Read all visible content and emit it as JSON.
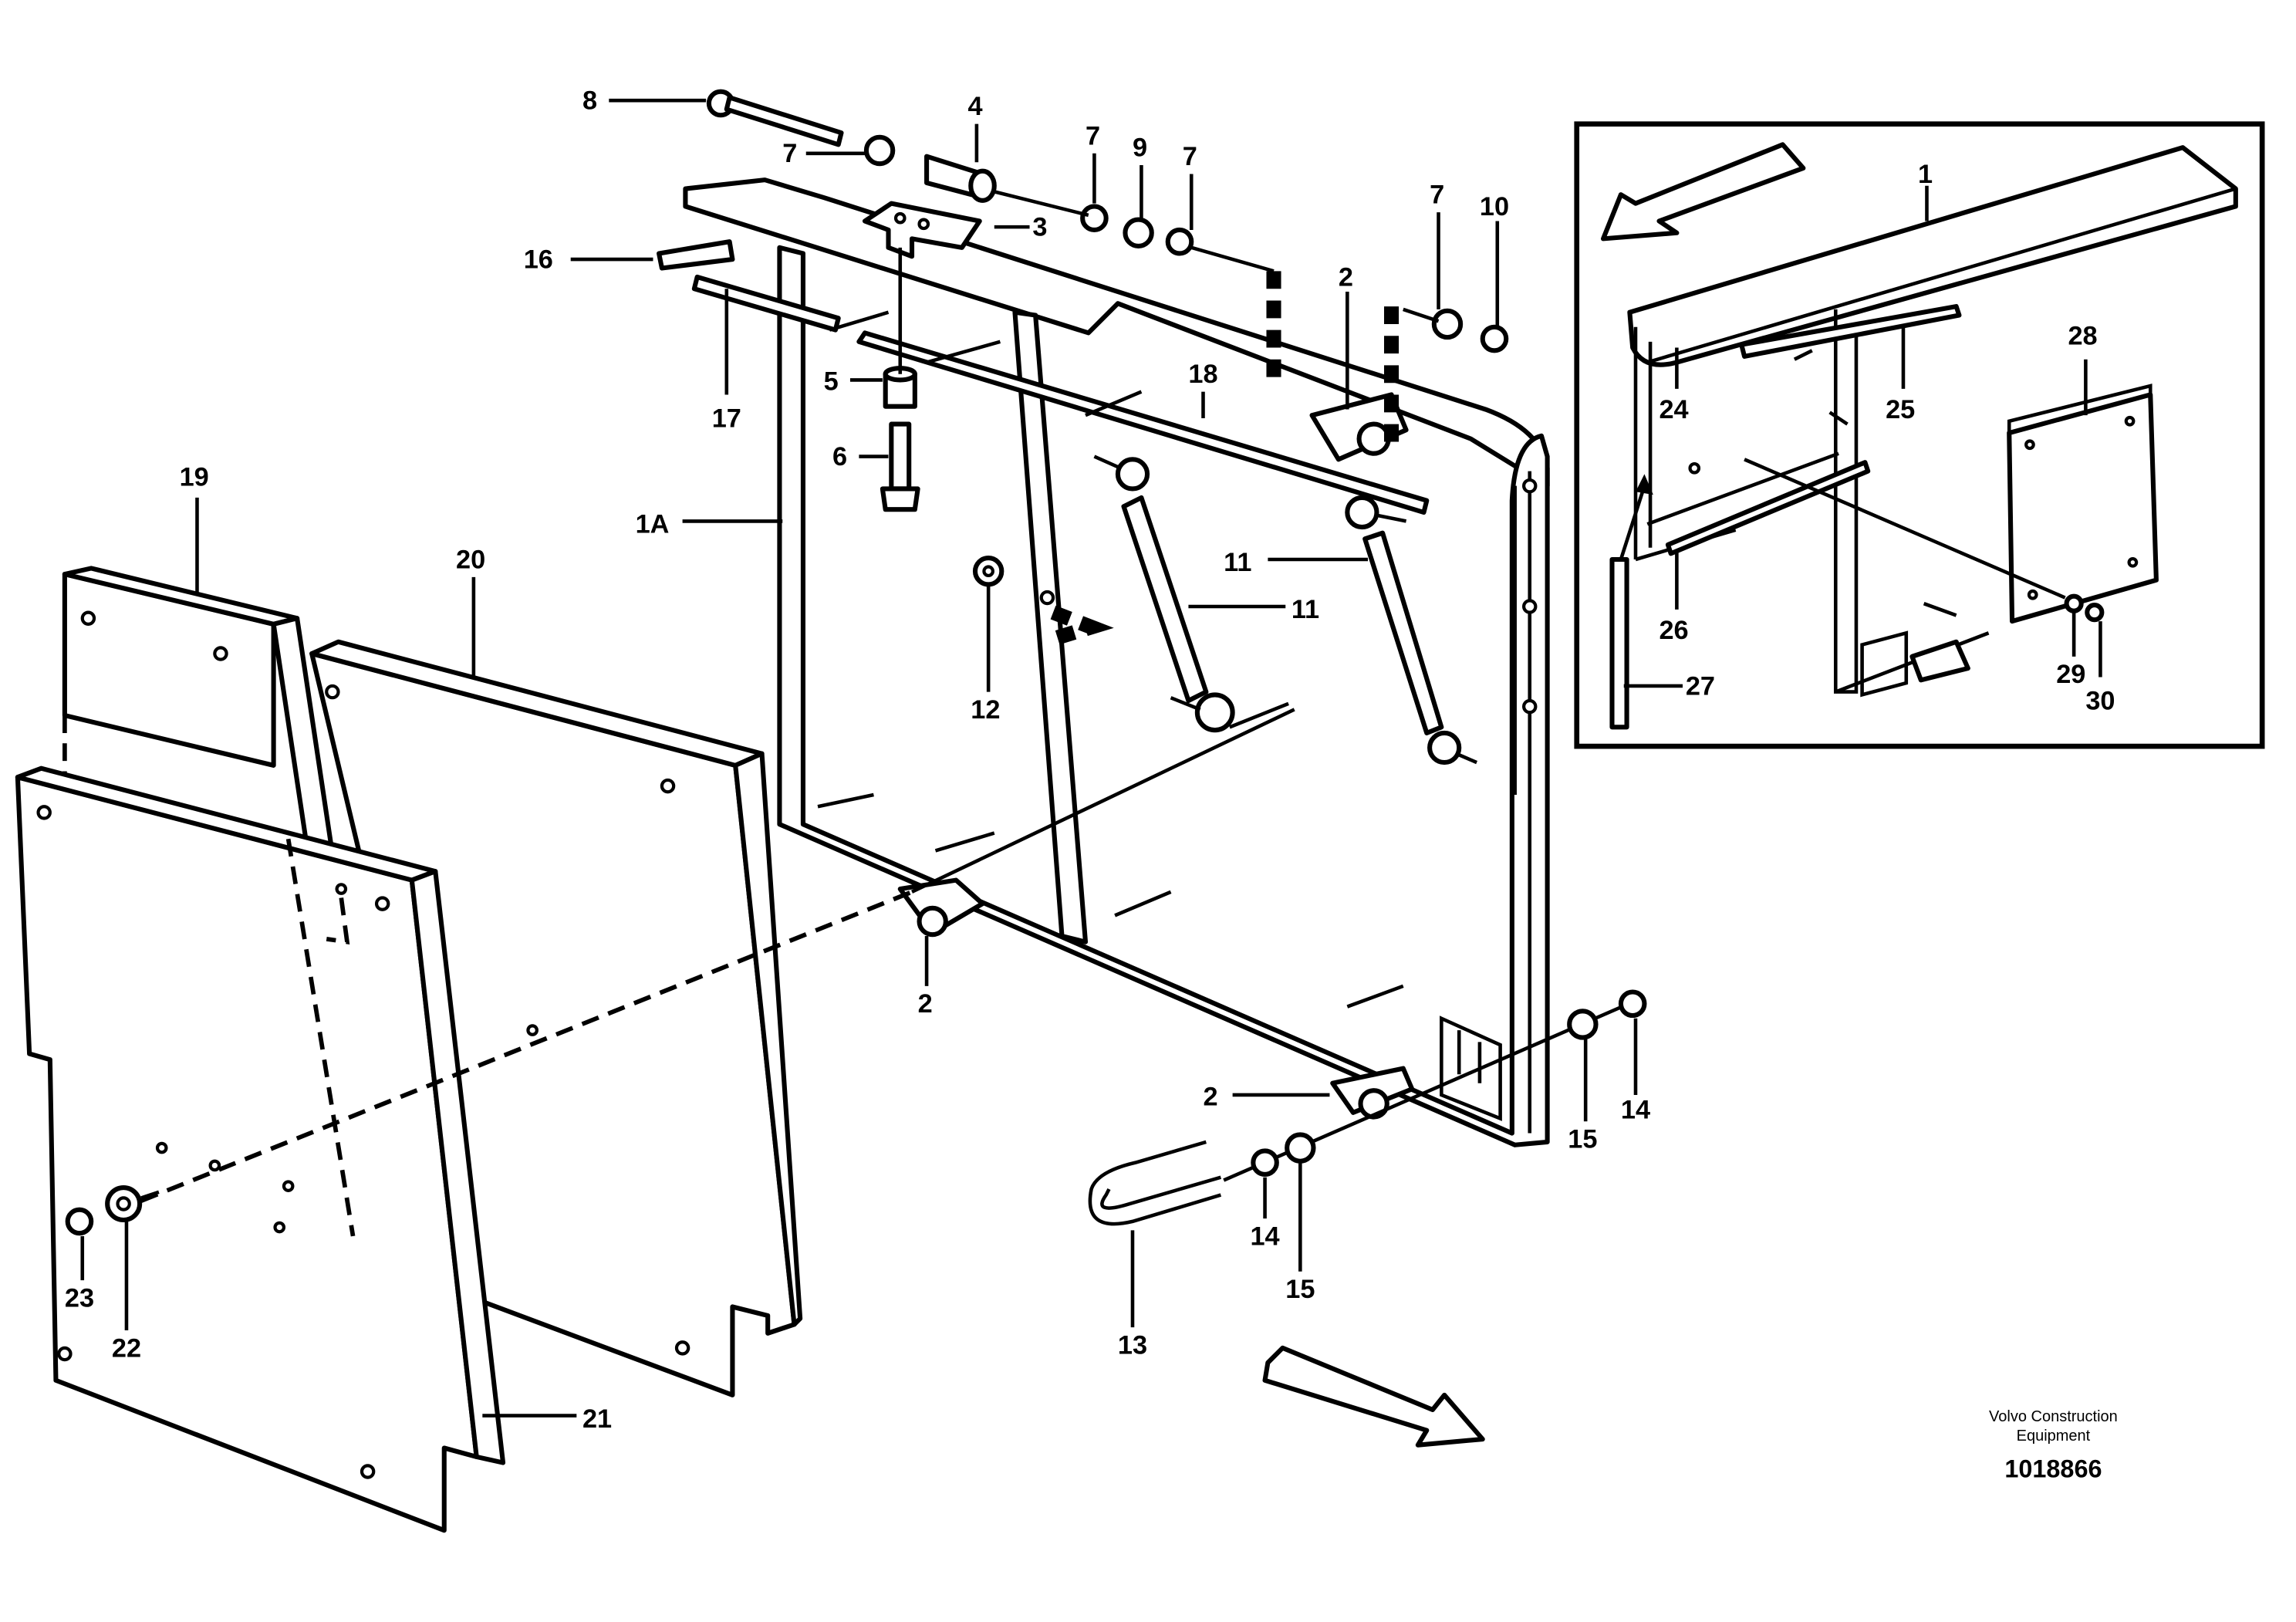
{
  "labels": {
    "l1": "1",
    "l1a": "1A",
    "l2a": "2",
    "l2b": "2",
    "l2c": "2",
    "l3": "3",
    "l4": "4",
    "l5": "5",
    "l6": "6",
    "l7a": "7",
    "l7b": "7",
    "l7c": "7",
    "l7d": "7",
    "l8": "8",
    "l9": "9",
    "l10": "10",
    "l11a": "11",
    "l11b": "11",
    "l12": "12",
    "l13": "13",
    "l14a": "14",
    "l14b": "14",
    "l15a": "15",
    "l15b": "15",
    "l16": "16",
    "l17": "17",
    "l18": "18",
    "l19": "19",
    "l20": "20",
    "l21": "21",
    "l22": "22",
    "l23": "23",
    "l24": "24",
    "l25": "25",
    "l26": "26",
    "l27": "27",
    "l28": "28",
    "l29": "29",
    "l30": "30"
  },
  "brand": {
    "line1": "Volvo Construction",
    "line2": "Equipment"
  },
  "document_number": "1018866",
  "icons": {
    "direction_arrow_main": "arrow-icon",
    "direction_arrow_inset": "arrow-icon"
  }
}
